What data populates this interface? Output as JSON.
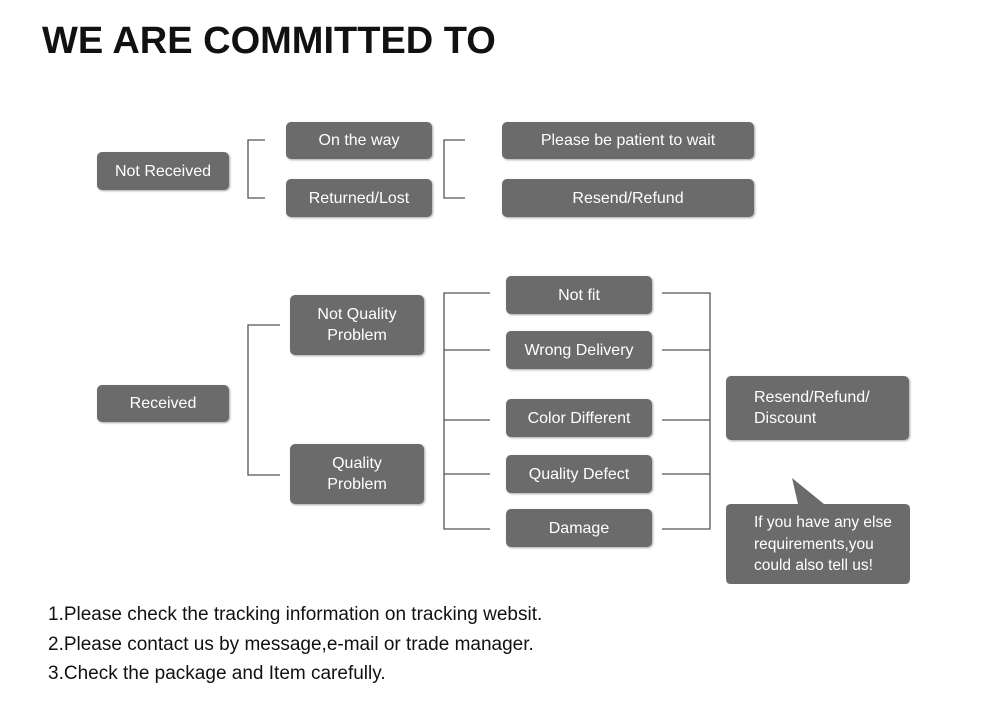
{
  "title": "WE ARE COMMITTED TO",
  "colors": {
    "box": "#6b6b6b",
    "text": "#ffffff",
    "line": "#555555"
  },
  "not_received": {
    "root": "Not Received",
    "branches": [
      "On the way",
      "Returned/Lost"
    ],
    "outcomes": [
      "Please be patient to wait",
      "Resend/Refund"
    ]
  },
  "received": {
    "root": "Received",
    "branches": [
      "Not Quality\nProblem",
      "Quality\nProblem"
    ],
    "issues": [
      "Not fit",
      "Wrong Delivery",
      "Color Different",
      "Quality Defect",
      "Damage"
    ],
    "resolution": "Resend/Refund/\nDiscount",
    "bubble": "If you have any else\nrequirements,you\ncould also tell us!"
  },
  "notes": [
    "1.Please check the tracking information on tracking websit.",
    "2.Please contact us by message,e-mail or trade manager.",
    "3.Check the package and Item carefully."
  ]
}
